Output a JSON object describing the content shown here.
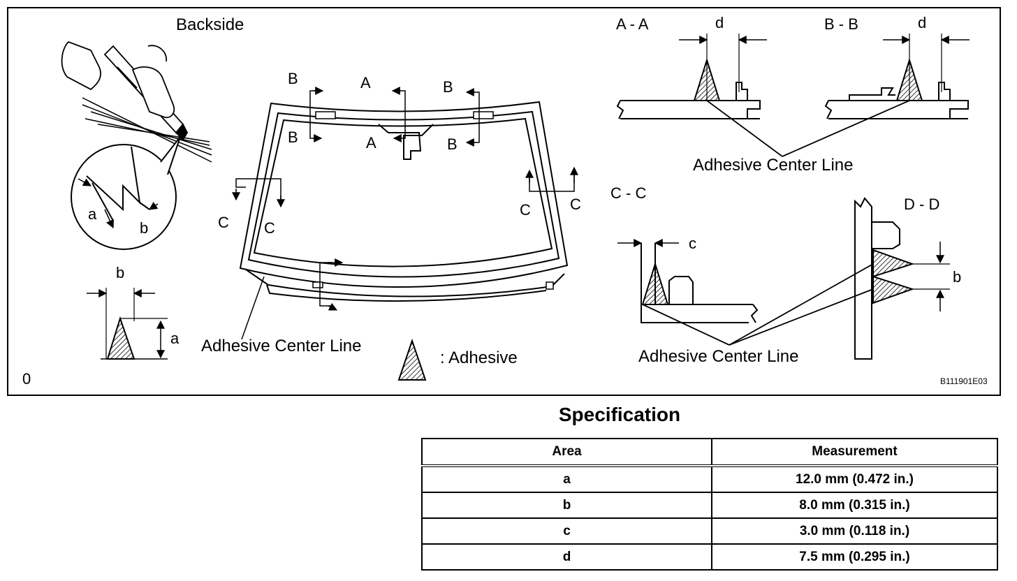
{
  "diagram": {
    "backside_label": "Backside",
    "detail_a": "a",
    "detail_b": "b",
    "profile_b": "b",
    "profile_a": "a",
    "section_aa": "A - A",
    "section_bb": "B - B",
    "section_cc": "C - C",
    "section_dd": "D - D",
    "dim_d": "d",
    "dim_c": "c",
    "dim_b": "b",
    "marker_a": "A",
    "marker_b": "B",
    "marker_c": "C",
    "adhesive_center_line": "Adhesive Center Line",
    "legend_adhesive": ": Adhesive",
    "corner_mark": "0",
    "figure_code": "B111901E03"
  },
  "specification": {
    "title": "Specification",
    "headers": [
      "Area",
      "Measurement"
    ],
    "rows": [
      {
        "area": "a",
        "measurement": "12.0 mm (0.472 in.)"
      },
      {
        "area": "b",
        "measurement": "8.0 mm (0.315 in.)"
      },
      {
        "area": "c",
        "measurement": "3.0 mm (0.118 in.)"
      },
      {
        "area": "d",
        "measurement": "7.5 mm (0.295 in.)"
      }
    ]
  }
}
